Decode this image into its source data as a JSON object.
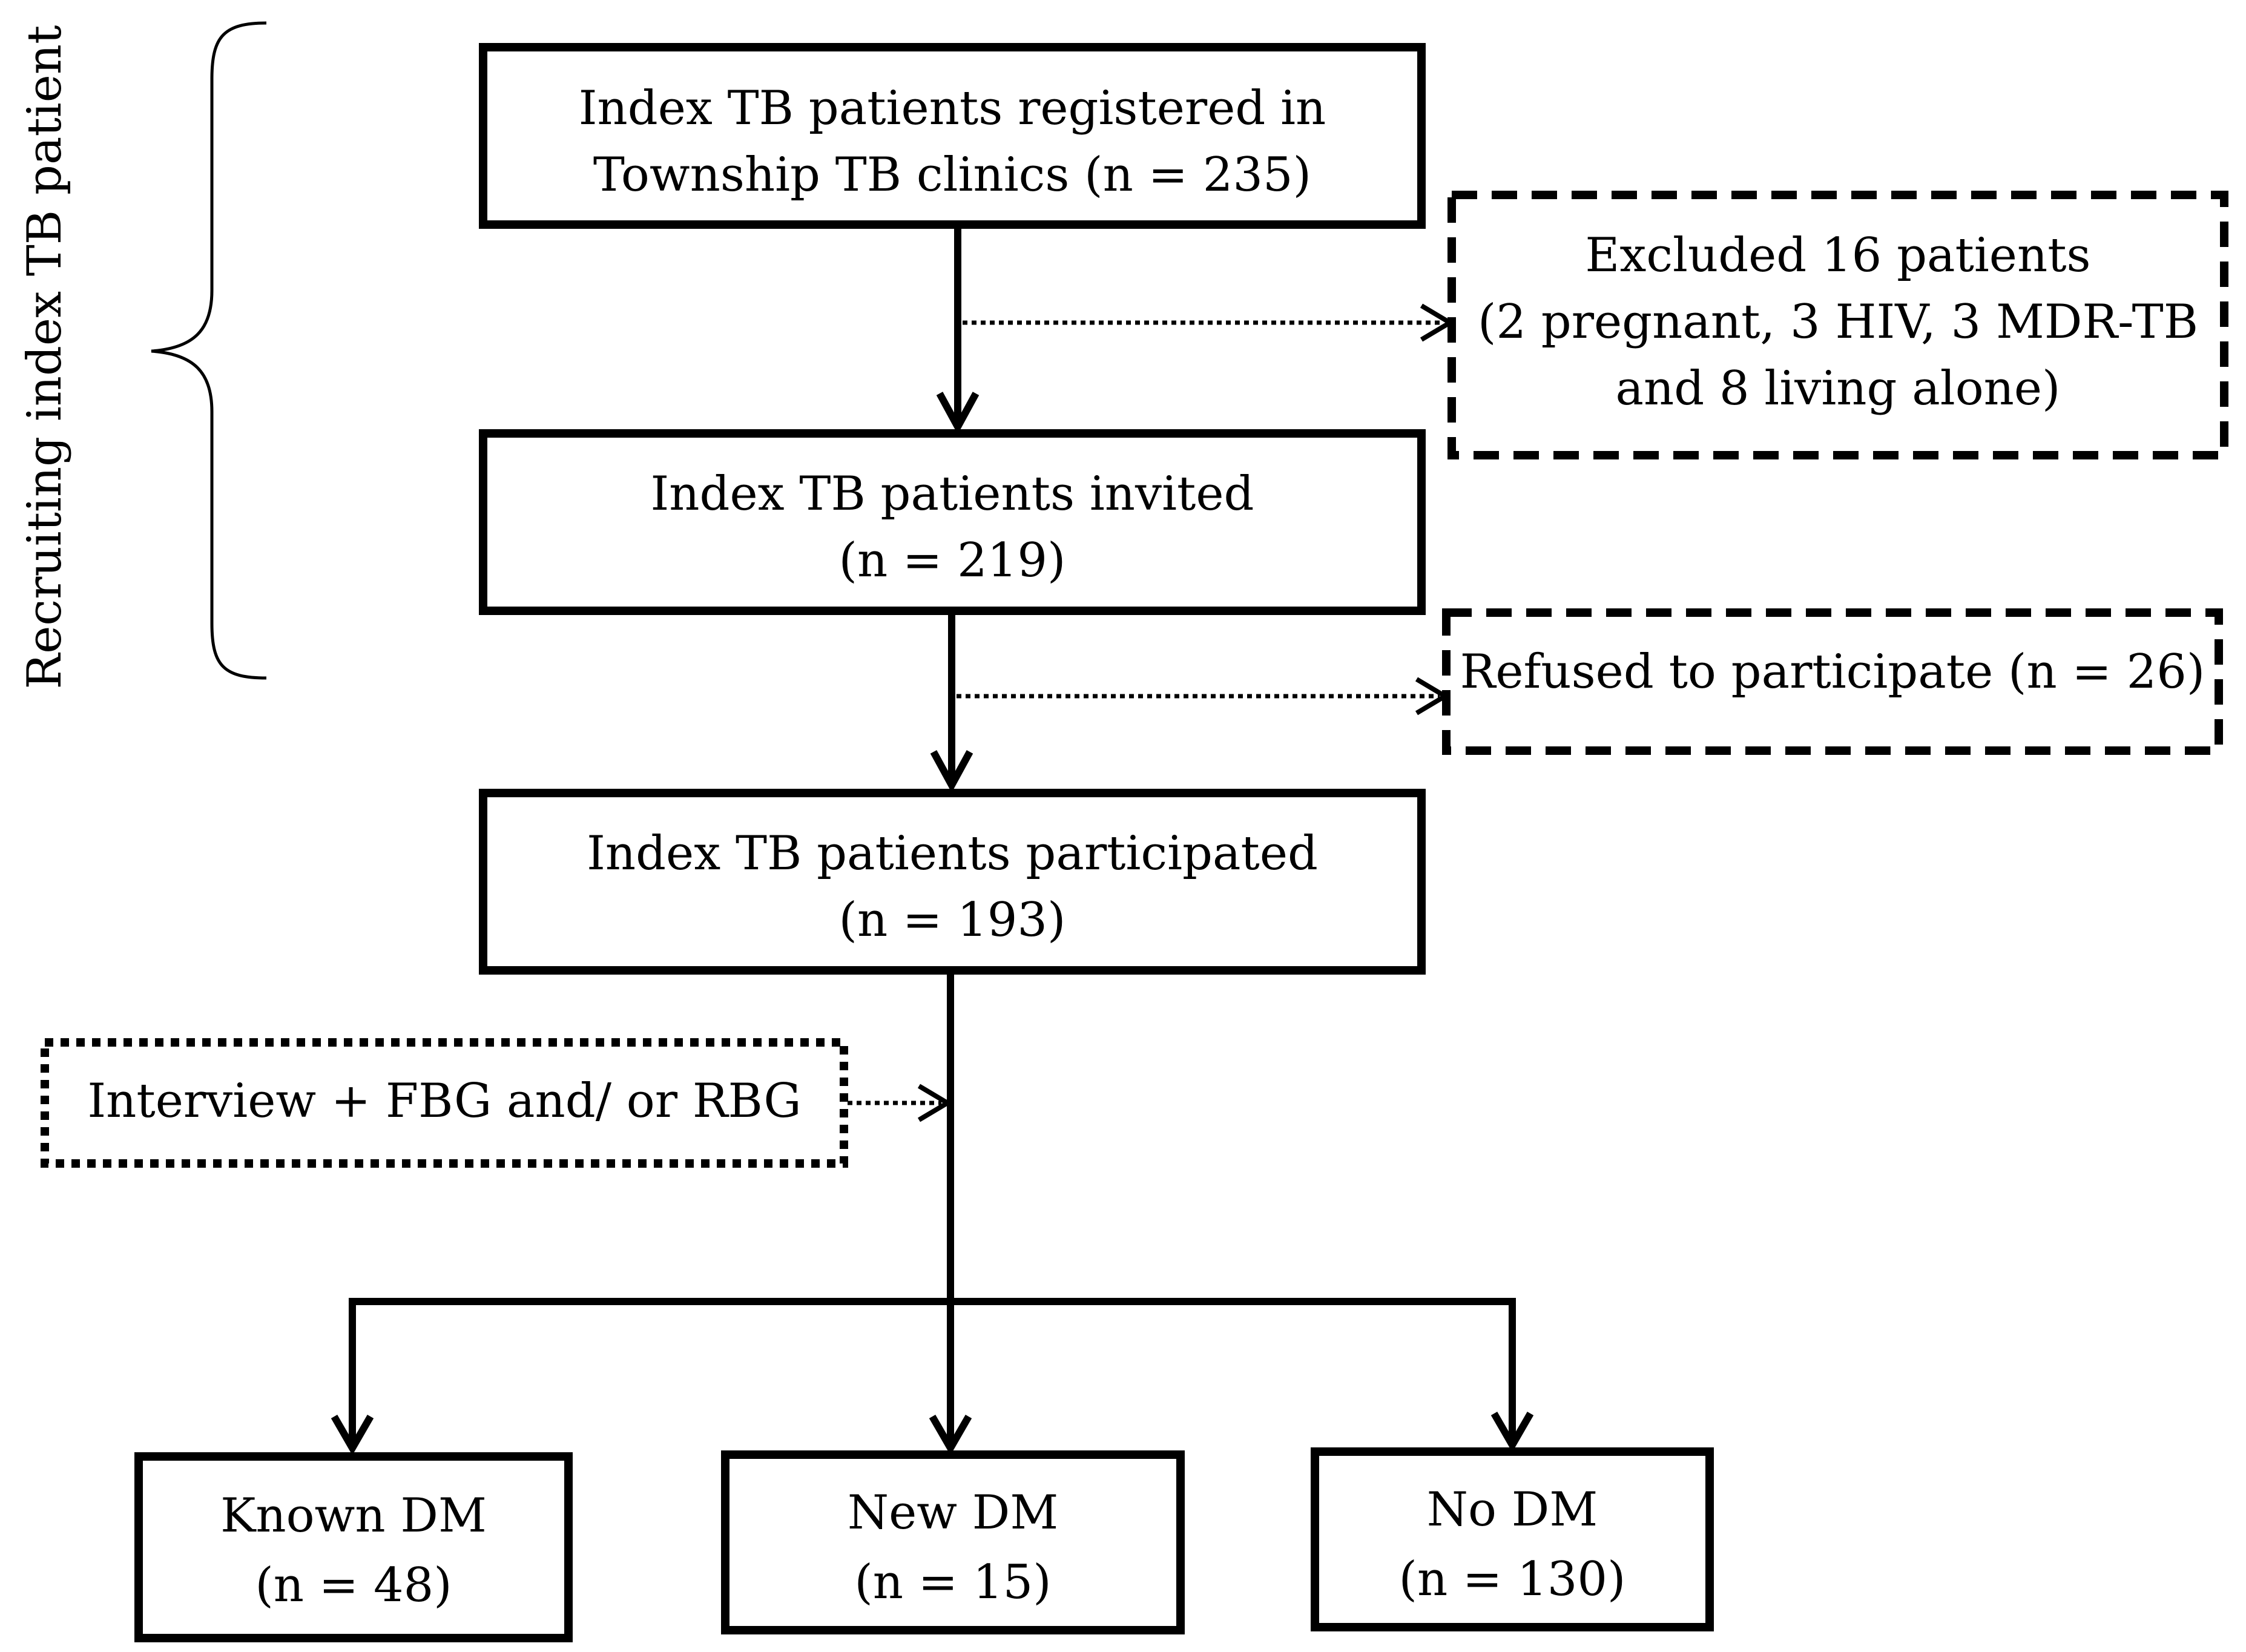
{
  "side_label": "Recruiting index TB patient",
  "boxes": {
    "registered": {
      "line1": "Index TB patients registered in",
      "line2": "Township TB clinics (n = 235)"
    },
    "excluded": {
      "line1": "Excluded 16 patients",
      "line2": "(2 pregnant, 3 HIV, 3 MDR-TB",
      "line3": "and 8 living alone)"
    },
    "invited": {
      "line1": "Index TB patients invited",
      "line2": "(n = 219)"
    },
    "refused": {
      "line1": "Refused to participate (n = 26)"
    },
    "participated": {
      "line1": "Index TB patients participated",
      "line2": "(n = 193)"
    },
    "interview": {
      "line1": "Interview + FBG and/ or RBG"
    },
    "known_dm": {
      "line1": "Known DM",
      "line2": "(n = 48)"
    },
    "new_dm": {
      "line1": "New DM",
      "line2": "(n = 15)"
    },
    "no_dm": {
      "line1": "No DM",
      "line2": "(n = 130)"
    }
  }
}
